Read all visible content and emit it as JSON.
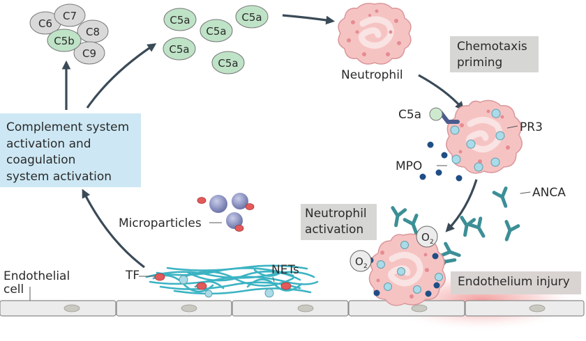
{
  "complement_proteins": [
    "C6",
    "C7",
    "C5b",
    "C8",
    "C9"
  ],
  "c5a_label": "C5a",
  "neutrophil_label": "Neutrophil",
  "chemotaxis_box": [
    "Chemotaxis",
    "priming"
  ],
  "activation_box": [
    "Complement system",
    "activation and",
    "coagulation",
    "system activation"
  ],
  "primed_labels": {
    "c5a": "C5a",
    "pr3": "PR3",
    "mpo": "MPO"
  },
  "anca_label": "ANCA",
  "neutrophil_activation_box": [
    "Neutrophil",
    "activation"
  ],
  "microparticles_label": "Microparticles",
  "endothelial_label": [
    "Endothelial",
    "cell"
  ],
  "tf_label": "TF",
  "nets_label": "NETs",
  "oxygen_label": {
    "symbol": "O",
    "subscript": "2"
  },
  "endothelium_injury_label": "Endothelium injury",
  "colors": {
    "c5a_fill": "#bfe3c7",
    "complement_fill": "#d9d9d9",
    "neutrophil_fill": "#f6c3c3",
    "granule_blue": "#a9dbe8",
    "mpo_dot": "#1f4e86",
    "anca_teal": "#3c8f96",
    "net_cyan": "#3bb3c3",
    "microparticle_purple": "#7e86b9",
    "tf_red": "#e25a5a",
    "arrow": "#3a4a57",
    "blue_box": "#cde8f4",
    "grey_box": "#d6d6d4",
    "injury_glow": "#e84b4b"
  }
}
